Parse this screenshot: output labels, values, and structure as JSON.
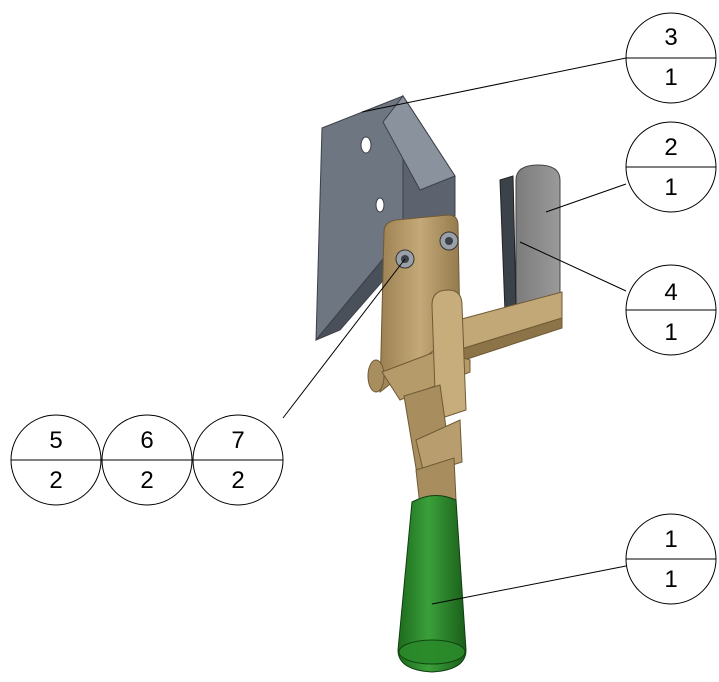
{
  "balloons": [
    {
      "id": "b3",
      "item": "3",
      "qty": "1"
    },
    {
      "id": "b2",
      "item": "2",
      "qty": "1"
    },
    {
      "id": "b4",
      "item": "4",
      "qty": "1"
    },
    {
      "id": "b5",
      "item": "5",
      "qty": "2"
    },
    {
      "id": "b6",
      "item": "6",
      "qty": "2"
    },
    {
      "id": "b7",
      "item": "7",
      "qty": "2"
    },
    {
      "id": "b1",
      "item": "1",
      "qty": "1"
    }
  ],
  "colors": {
    "bracket": "#6e7682",
    "bracket_dark": "#4a5059",
    "plate": "#8a8a8a",
    "brass": "#b39868",
    "brass_dark": "#8c7448",
    "brass_light": "#d2bb8c",
    "grip": "#2e8a2e",
    "grip_dark": "#1d6b1d"
  }
}
